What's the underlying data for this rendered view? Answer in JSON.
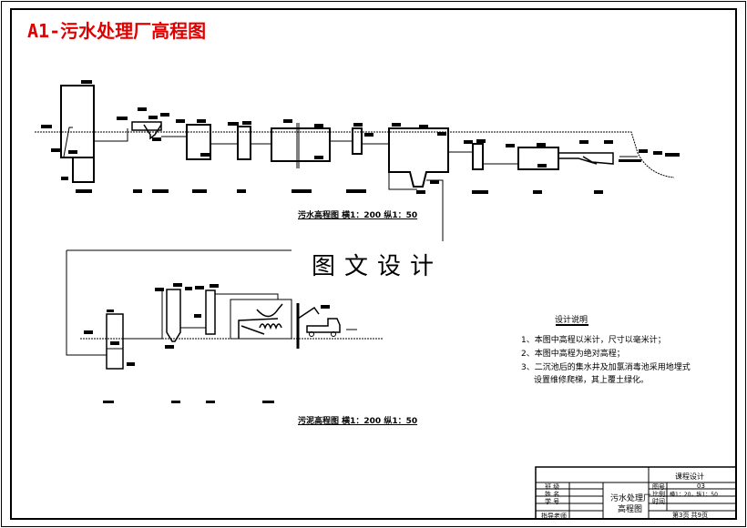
{
  "title": "A1-污水处理厂高程图",
  "watermark": "图文设计",
  "sewage_profile": {
    "caption": "污水高程图 横1：200 纵1：50"
  },
  "sludge_profile": {
    "caption": "污泥高程图 横1：200 纵1：50"
  },
  "notes": {
    "heading": "设计说明",
    "items": [
      "1、本图中高程以米计，尺寸以毫米计；",
      "2、本图中高程为绝对高程；",
      "3、二沉池后的集水井及加氯消毒池采用地埋式",
      "设置维修爬梯，其上覆土绿化。"
    ]
  },
  "title_block": {
    "course": "课程设计",
    "drawing_name_1": "污水处理厂",
    "drawing_name_2": "高程图",
    "class_label": "班 级",
    "name_label": "姓 名",
    "id_label": "学 号",
    "advisor_label": "指导老师",
    "drawing_no_label": "图号",
    "drawing_no": "03",
    "scale_label": "比例",
    "scale": "横1：20，纵1：50",
    "date_label": "时间",
    "page": "第3页  共9页"
  }
}
